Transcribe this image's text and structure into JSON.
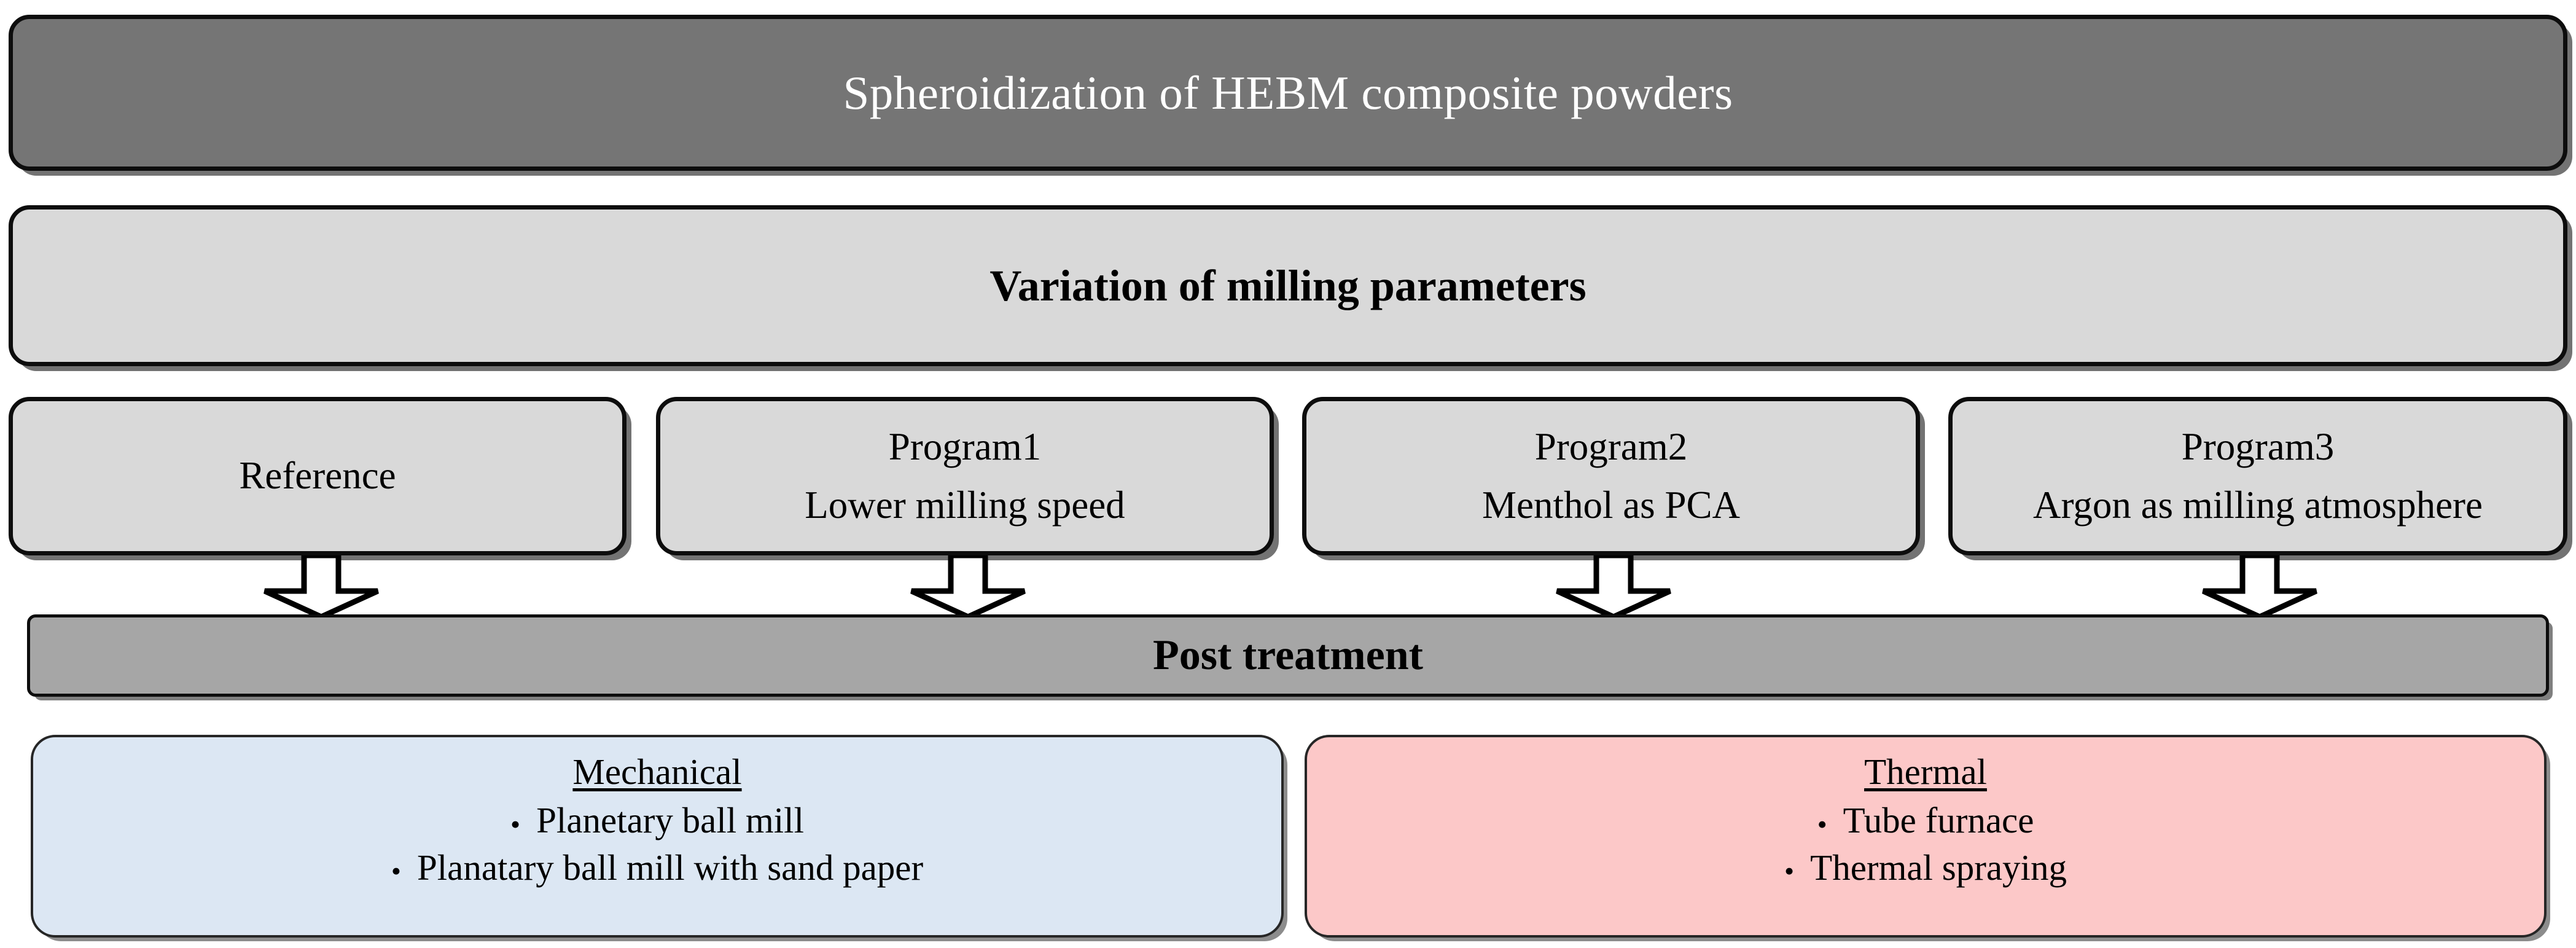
{
  "diagram": {
    "title_banner": {
      "label": "Spheroidization of HEBM composite powders",
      "fill": "#757575",
      "text_color": "#ffffff"
    },
    "variation_banner": {
      "label": "Variation of milling parameters",
      "fill": "#d9d9d9"
    },
    "programs": [
      {
        "name": "Reference",
        "detail": ""
      },
      {
        "name": "Program1",
        "detail": "Lower milling speed"
      },
      {
        "name": "Program2",
        "detail": "Menthol as PCA"
      },
      {
        "name": "Program3",
        "detail": "Argon as milling atmosphere"
      }
    ],
    "arrows": [
      {
        "name": "arrow-reference",
        "direction": "down"
      },
      {
        "name": "arrow-program1",
        "direction": "down"
      },
      {
        "name": "arrow-program2",
        "direction": "down"
      },
      {
        "name": "arrow-program3",
        "direction": "down"
      }
    ],
    "post_treatment_bar": {
      "label": "Post treatment",
      "fill": "#a6a6a6"
    },
    "post_treatment_options": [
      {
        "heading": "Mechanical",
        "fill": "#dce7f3",
        "bullet": "•",
        "items": [
          "Planetary ball mill",
          "Planatary ball mill with sand paper"
        ]
      },
      {
        "heading": "Thermal",
        "fill": "#fcc8c8",
        "bullet": "•",
        "items": [
          "Tube furnace",
          "Thermal spraying"
        ]
      }
    ]
  }
}
